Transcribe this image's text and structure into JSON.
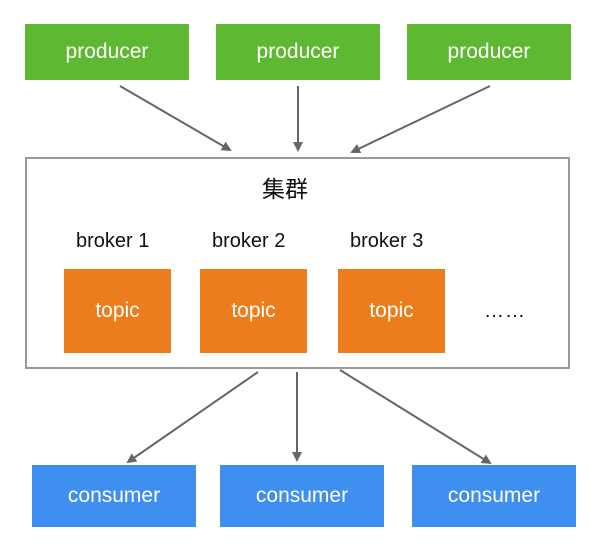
{
  "producers": [
    {
      "label": "producer"
    },
    {
      "label": "producer"
    },
    {
      "label": "producer"
    }
  ],
  "cluster": {
    "title": "集群",
    "brokers": [
      {
        "label": "broker 1",
        "topic": "topic"
      },
      {
        "label": "broker 2",
        "topic": "topic"
      },
      {
        "label": "broker 3",
        "topic": "topic"
      }
    ],
    "more": "……"
  },
  "consumers": [
    {
      "label": "consumer"
    },
    {
      "label": "consumer"
    },
    {
      "label": "consumer"
    }
  ],
  "colors": {
    "producer": "#5fb832",
    "topic": "#ec7d1c",
    "consumer": "#3f8ff0",
    "arrow": "#666666",
    "cluster_border": "#9a9a9a"
  }
}
